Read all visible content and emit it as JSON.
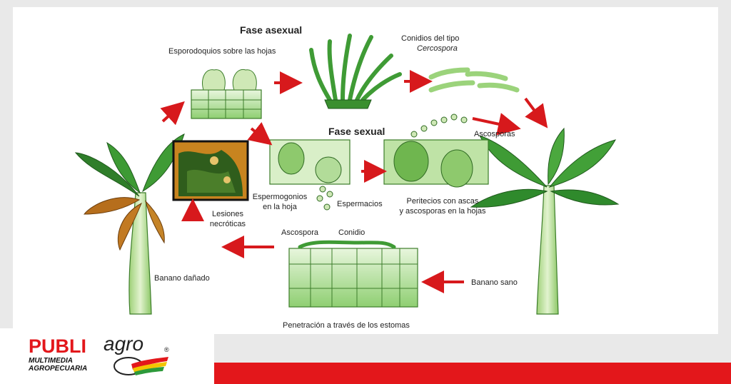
{
  "titles": {
    "asexual": "Fase asexual",
    "sexual": "Fase sexual"
  },
  "labels": {
    "esporodoquios": "Esporodoquios sobre las hojas",
    "conidios_line1": "Conidios del tipo",
    "conidios_line2": "Cercospora",
    "ascosporas_top": "Ascosporas",
    "espermogonios_line1": "Espermogonios",
    "espermogonios_line2": "en la hoja",
    "espermacios": "Espermacios",
    "peritecios_line1": "Peritecios con ascas",
    "peritecios_line2": "y ascosporas en la hojas",
    "lesiones_line1": "Lesiones",
    "lesiones_line2": "necróticas",
    "banano_danado": "Banano dañado",
    "banano_sano": "Banano sano",
    "ascospora": "Ascospora",
    "conidio": "Conidio",
    "penetracion": "Penetración a través de los estomas"
  },
  "logo": {
    "publi": "PUBLI",
    "agro": "agro",
    "sub_line1": "MULTIMEDIA",
    "sub_line2": "AGROPECUARIA",
    "registered": "®"
  },
  "colors": {
    "arrow": "#d7191c",
    "leaf_green": "#3f8f2f",
    "tissue_green": "#a7d98b",
    "brand_red": "#e3171b"
  }
}
